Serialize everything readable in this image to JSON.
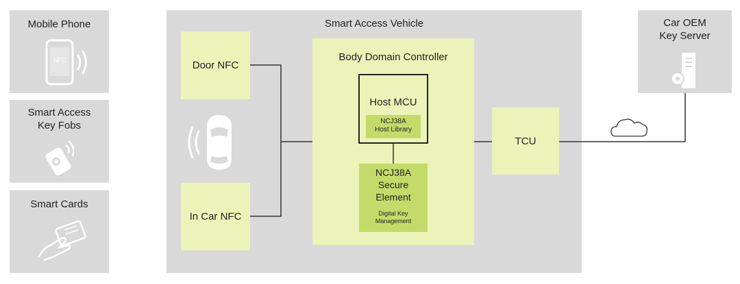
{
  "diagram": {
    "left_panels": [
      {
        "title": "Mobile Phone",
        "icon": "mobile-nfc-icon",
        "nfc_text": "NFC"
      },
      {
        "title": "Smart Access\nKey Fobs",
        "icon": "key-fob-icon"
      },
      {
        "title": "Smart Cards",
        "icon": "smart-card-hand-icon"
      }
    ],
    "vehicle": {
      "title": "Smart Access Vehicle",
      "door_nfc": "Door NFC",
      "in_car_nfc": "In Car NFC",
      "bdc": {
        "title": "Body Domain Controller",
        "host_mcu": "Host MCU",
        "host_library": "NCJ38A\nHost Library",
        "secure_element": "NCJ38A\nSecure\nElement",
        "secure_element_sub": "Digital Key\nManagement"
      },
      "tcu": "TCU"
    },
    "server": {
      "title": "Car OEM\nKey Server",
      "icon": "server-key-icon"
    },
    "cloud_icon": "cloud-icon",
    "car_icon": "car-top-view-icon",
    "colors": {
      "grey": "#d9d9d9",
      "lime": "#ebf3b8",
      "lime_dark": "#c4db6a",
      "line": "#333333"
    }
  }
}
